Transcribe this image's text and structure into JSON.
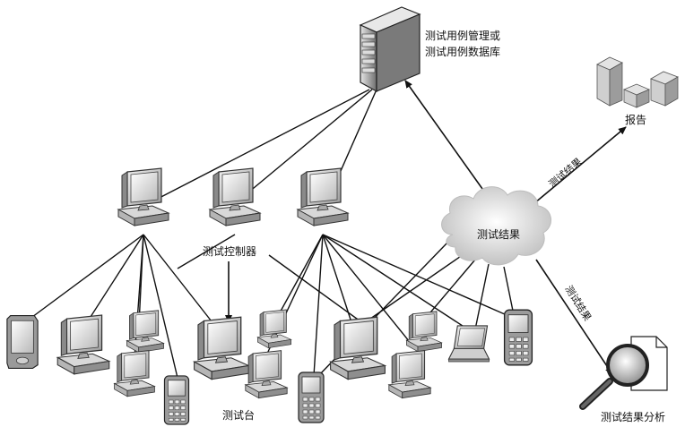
{
  "labels": {
    "database": [
      "测试用例管理或",
      "测试用例数据库"
    ],
    "report": "报告",
    "controllers": "测试控制器",
    "cloud": "测试结果",
    "edge_to_report": "测试结果",
    "edge_to_analysis": "测试结果",
    "workstations": "测试台",
    "analysis": "测试结果分析"
  }
}
